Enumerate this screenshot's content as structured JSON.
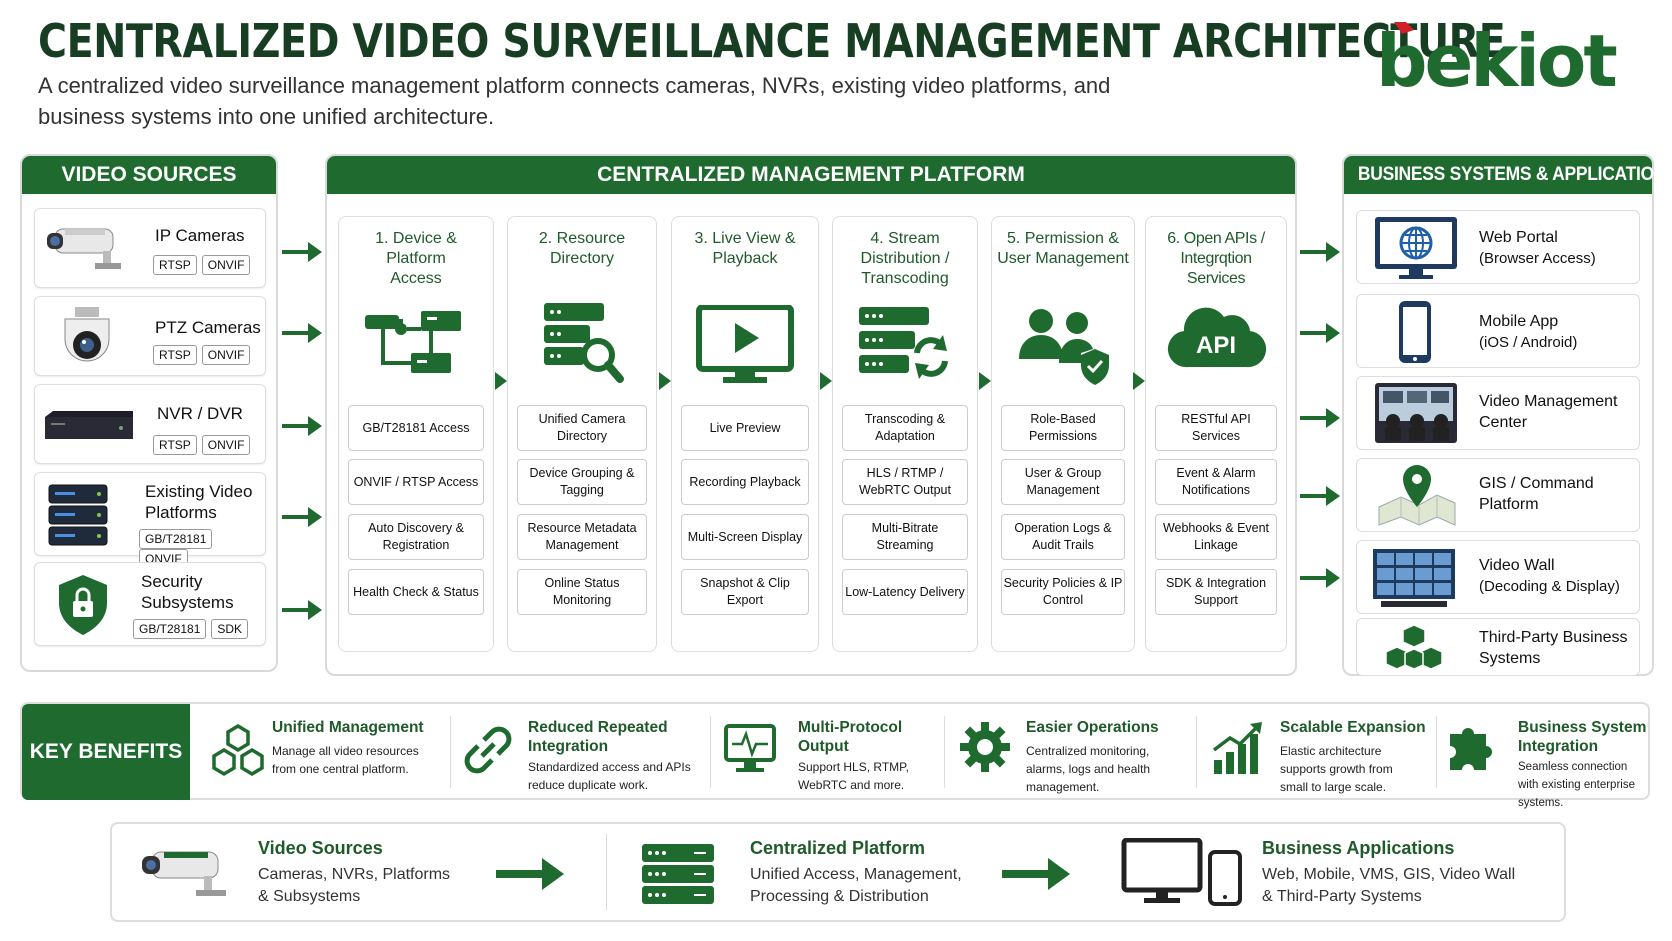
{
  "header": {
    "title": "CENTRALIZED VIDEO SURVEILLANCE MANAGEMENT ARCHITECTURE",
    "subtitle": "A centralized video surveillance management platform connects cameras, NVRs, existing video platforms, and business systems into one unified architecture.",
    "logo_text": "bekiot"
  },
  "colors": {
    "brand_green": "#1f6b2f",
    "logo_red": "#d0202a"
  },
  "video_sources": {
    "title": "VIDEO SOURCES",
    "items": [
      {
        "name": "IP Cameras",
        "icon": "ip-camera-icon",
        "tags": [
          "RTSP",
          "ONVIF"
        ]
      },
      {
        "name": "PTZ Cameras",
        "icon": "ptz-camera-icon",
        "tags": [
          "RTSP",
          "ONVIF"
        ]
      },
      {
        "name": "NVR / DVR",
        "icon": "nvr-icon",
        "tags": [
          "RTSP",
          "ONVIF"
        ]
      },
      {
        "name": "Existing Video Platforms",
        "icon": "server-rack-icon",
        "tags": [
          "GB/T28181",
          "ONVIF"
        ]
      },
      {
        "name": "Security Subsystems",
        "icon": "shield-lock-icon",
        "tags": [
          "GB/T28181",
          "SDK"
        ]
      }
    ]
  },
  "platform": {
    "title": "CENTRALIZED MANAGEMENT PLATFORM",
    "columns": [
      {
        "title": "1. Device & Platform Access",
        "icon": "device-access-icon",
        "features": [
          "GB/T28181 Access",
          "ONVIF / RTSP Access",
          "Auto Discovery & Registration",
          "Health Check & Status"
        ]
      },
      {
        "title": "2. Resource Directory",
        "icon": "directory-search-icon",
        "features": [
          "Unified Camera Directory",
          "Device Grouping & Tagging",
          "Resource Metadata Management",
          "Online Status Monitoring"
        ]
      },
      {
        "title": "3. Live View & Playback",
        "icon": "monitor-play-icon",
        "features": [
          "Live Preview",
          "Recording Playback",
          "Multi-Screen Display",
          "Snapshot & Clip Export"
        ]
      },
      {
        "title": "4. Stream Distribution / Transcoding",
        "icon": "server-sync-icon",
        "features": [
          "Transcoding & Adaptation",
          "HLS / RTMP / WebRTC Output",
          "Multi-Bitrate Streaming",
          "Low-Latency Delivery"
        ]
      },
      {
        "title": "5. Permission & User Management",
        "icon": "users-shield-icon",
        "features": [
          "Role-Based Permissions",
          "User & Group Management",
          "Operation Logs & Audit Trails",
          "Security Policies & IP Control"
        ]
      },
      {
        "title": "6. Open APIs / Integrqtion Services",
        "icon": "api-cloud-icon",
        "icon_text": "API",
        "features": [
          "RESTful API Services",
          "Event & Alarm Notifications",
          "Webhooks & Event Linkage",
          "SDK & Integration Support"
        ]
      }
    ]
  },
  "business": {
    "title": "BUSINESS SYSTEMS & APPLICATIONS",
    "items": [
      {
        "line1": "Web Portal",
        "line2": "(Browser Access)",
        "icon": "web-portal-icon"
      },
      {
        "line1": "Mobile App",
        "line2": "(iOS / Android)",
        "icon": "mobile-icon"
      },
      {
        "line1": "Video Management",
        "line2": "Center",
        "icon": "video-center-icon"
      },
      {
        "line1": "GIS / Command",
        "line2": "Platform",
        "icon": "map-pin-icon"
      },
      {
        "line1": "Video Wall",
        "line2": "(Decoding & Display)",
        "icon": "video-wall-icon"
      },
      {
        "line1": "Third-Party Business",
        "line2": "Systems",
        "icon": "cubes-icon"
      }
    ]
  },
  "key_benefits": {
    "label": "KEY BENEFITS",
    "items": [
      {
        "title": "Unified Management",
        "desc": "Manage all video resources from one central platform.",
        "icon": "hexagon-network-icon"
      },
      {
        "title": "Reduced Repeated Integration",
        "desc": "Standardized access and APIs reduce duplicate work.",
        "icon": "link-icon"
      },
      {
        "title": "Multi-Protocol Output",
        "desc": "Support HLS, RTMP, WebRTC and more.",
        "icon": "monitor-pulse-icon"
      },
      {
        "title": "Easier Operations",
        "desc": "Centralized monitoring, alarms, logs and health management.",
        "icon": "gear-icon"
      },
      {
        "title": "Scalable Expansion",
        "desc": "Elastic architecture supports growth from small to large scale.",
        "icon": "growth-chart-icon"
      },
      {
        "title": "Business System Integration",
        "desc": "Seamless connection with existing enterprise systems.",
        "icon": "puzzle-icon"
      }
    ]
  },
  "flow": [
    {
      "title": "Video Sources",
      "line1": "Cameras, NVRs, Platforms",
      "line2": "& Subsystems",
      "icon": "camera-icon"
    },
    {
      "title": "Centralized Platform",
      "line1": "Unified Access, Management,",
      "line2": "Processing & Distribution",
      "icon": "server-icon"
    },
    {
      "title": "Business Applications",
      "line1": "Web, Mobile, VMS, GIS, Video Wall",
      "line2": "& Third-Party Systems",
      "icon": "devices-icon"
    }
  ]
}
